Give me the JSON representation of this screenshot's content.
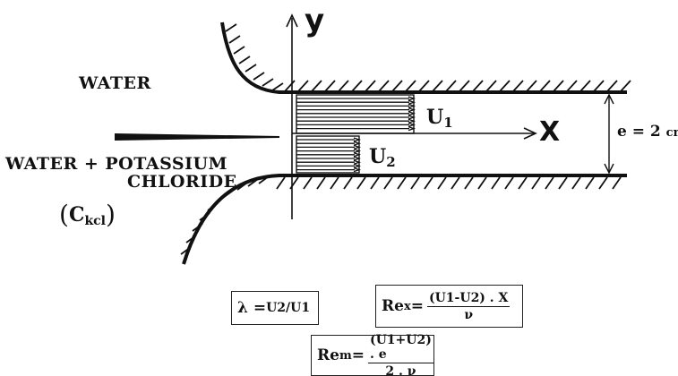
{
  "labels": {
    "water_top": "WATER",
    "water_kcl_line1": "WATER + POTASSIUM",
    "water_kcl_line2": "CHLORIDE",
    "concentration_open": "(",
    "concentration_symbol": "C",
    "concentration_sub": "kcl",
    "concentration_close": ")",
    "axis_y": "y",
    "axis_x": "X",
    "velocity_1": "U",
    "velocity_1_sub": "1",
    "velocity_2": "U",
    "velocity_2_sub": "2",
    "gap_prefix": "e = 2",
    "gap_unit": "cm"
  },
  "formulas": {
    "lambda": {
      "lhs": "λ = ",
      "rhs": "U2/U1"
    },
    "re_x": {
      "lhs": "Re",
      "sub": "x",
      "eq": " = ",
      "num": "(U1-U2) . X",
      "den": "ν"
    },
    "re_m": {
      "lhs": "Re",
      "sub": "m",
      "eq": " = ",
      "num": "(U1+U2) . e",
      "den": "2 . ν"
    }
  },
  "colors": {
    "ink": "#111111",
    "background": "#ffffff"
  }
}
